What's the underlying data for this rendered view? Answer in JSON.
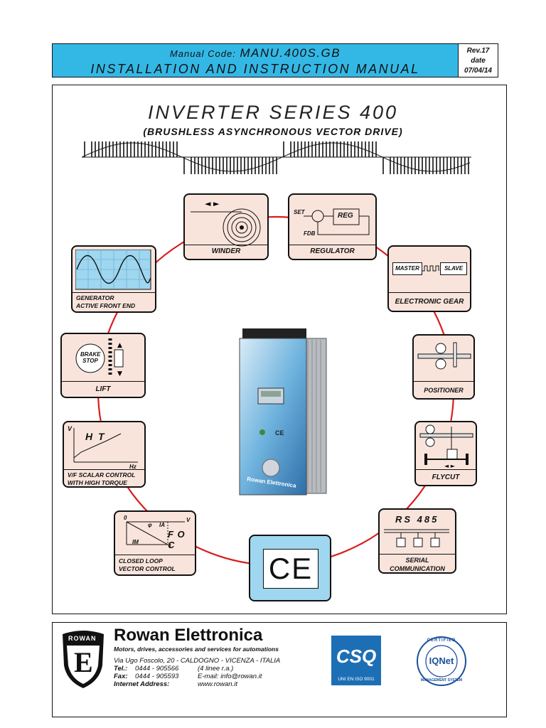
{
  "header": {
    "manual_code_label": "Manual Code:",
    "manual_code": "MANU.400S.GB",
    "manual_title": "INSTALLATION AND INSTRUCTION MANUAL",
    "rev": "Rev.17",
    "date_label": "date",
    "date": "07/04/14"
  },
  "cover": {
    "title": "INVERTER SERIES 400",
    "subtitle": "(BRUSHLESS ASYNCHRONOUS VECTOR DRIVE)"
  },
  "applications": {
    "winder": "WINDER",
    "regulator": "REGULATOR",
    "reg_set": "SET",
    "reg_fdb": "FDB",
    "reg_block": "REG",
    "generator_line1": "GENERATOR",
    "generator_line2": "ACTIVE FRONT END",
    "gear_master": "MASTER",
    "gear_slave": "SLAVE",
    "electronic_gear": "ELECTRONIC GEAR",
    "lift": "LIFT",
    "brake_line1": "BRAKE",
    "brake_line2": "STOP",
    "positioner": "POSITIONER",
    "vf_v": "V",
    "vf_ht": "H T",
    "vf_hz": "Hz",
    "vf_line1": "V/F SCALAR CONTROL",
    "vf_line2": "WITH HIGH TORQUE",
    "flycut": "FLYCUT",
    "foc_o": "0",
    "foc_v": "V",
    "foc_i": "I",
    "foc_ia": "IA",
    "foc_im": "IM",
    "foc_phi": "φ",
    "foc": "F O C",
    "closed_line1": "CLOSED LOOP",
    "closed_line2": "VECTOR CONTROL",
    "rs485": "RS 485",
    "serial_line1": "SERIAL",
    "serial_line2": "COMMUNICATION",
    "ce_mark": "CE"
  },
  "device": {
    "brand": "Rowan Elettronica",
    "ce": "CE"
  },
  "footer": {
    "logo_text": "ROWAN",
    "logo_letter": "E",
    "company": "Rowan Elettronica",
    "tagline": "Motors, drives, accessories  and services  for  automations",
    "address": "Via Ugo Foscolo, 20 - CALDOGNO - VICENZA - ITALIA",
    "tel_label": "Tel.:",
    "tel": "0444 - 905566",
    "tel_note": "(4 linee r.a.)",
    "fax_label": "Fax:",
    "fax": "0444 - 905593",
    "email": "E-mail: info@rowan.it",
    "internet_label": "Internet Address:",
    "website": "www.rowan.it",
    "csq_text": "CSQ",
    "csq_standard": "UNI EN ISO 9001",
    "iqnet_text": "IQNet",
    "iqnet_ring_top": "CERTIFIED",
    "iqnet_ring_bottom": "MANAGEMENT SYSTEM"
  },
  "colors": {
    "header_blue": "#33b8e6",
    "card_fill": "#f9e4dc",
    "connector_red": "#d81e1e",
    "csq_blue": "#1d6fb5",
    "iqnet_blue": "#1a4f9c",
    "ce_box": "#9fd6f0"
  }
}
